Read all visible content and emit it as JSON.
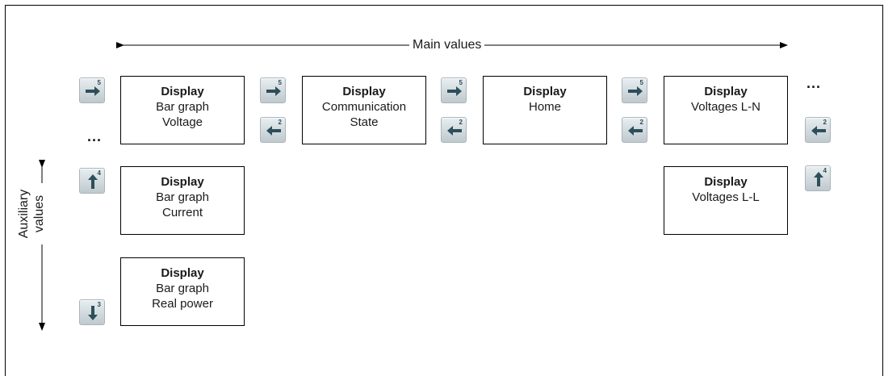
{
  "main_values_label": "Main values",
  "auxiliary_values_label": [
    "Auxiliary",
    "values"
  ],
  "more_indicator": "...",
  "boxes": {
    "bar_voltage": {
      "title": "Display",
      "lines": [
        "Bar graph",
        "Voltage"
      ]
    },
    "communication": {
      "title": "Display",
      "lines": [
        "Communication",
        "State"
      ]
    },
    "home": {
      "title": "Display",
      "lines": [
        "Home"
      ]
    },
    "voltages_ln": {
      "title": "Display",
      "lines": [
        "Voltages L-N"
      ]
    },
    "bar_current": {
      "title": "Display",
      "lines": [
        "Bar graph",
        "Current"
      ]
    },
    "voltages_ll": {
      "title": "Display",
      "lines": [
        "Voltages L-L"
      ]
    },
    "bar_real_power": {
      "title": "Display",
      "lines": [
        "Bar graph",
        "Real power"
      ]
    }
  },
  "keys": {
    "right": {
      "icon": "arrow-right-icon",
      "number": "5"
    },
    "left": {
      "icon": "arrow-left-icon",
      "number": "2"
    },
    "up": {
      "icon": "arrow-up-icon",
      "number": "4"
    },
    "down": {
      "icon": "arrow-down-icon",
      "number": "3"
    }
  },
  "colors": {
    "arrow": "#2d4f5a",
    "key_top": "#e8eef1",
    "key_bottom": "#bfc9ce"
  }
}
